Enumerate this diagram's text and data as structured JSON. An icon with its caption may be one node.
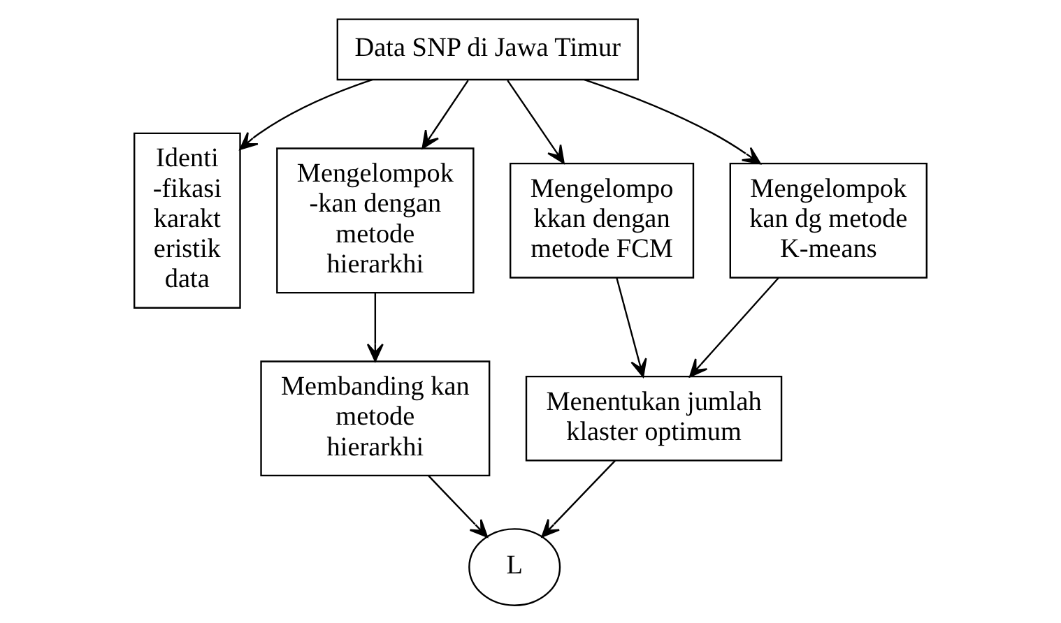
{
  "diagram": {
    "nodes": [
      {
        "text": [
          "Data SNP di Jawa Timur"
        ]
      },
      {
        "text": [
          "Identi -fikasi karakt eristik data"
        ]
      },
      {
        "text": [
          "Mengelompok -kan dengan metode hierarkhi"
        ]
      },
      {
        "text": [
          "Mengelompo kkan dengan metode FCM"
        ]
      },
      {
        "text": [
          "Mengelompok kan dg metode K-means"
        ]
      },
      {
        "text": [
          "Membanding kan metode hierarkhi"
        ]
      },
      {
        "text": [
          "Menentukan jumlah klaster optimum"
        ]
      },
      {
        "text": [
          "L"
        ]
      }
    ],
    "edges": [
      {
        "from": 0,
        "to": 1,
        "arrow": "to"
      },
      {
        "from": 0,
        "to": 2,
        "arrow": "to"
      },
      {
        "from": 0,
        "to": 3,
        "arrow": "to"
      },
      {
        "from": 0,
        "to": 4,
        "arrow": "to"
      },
      {
        "from": 2,
        "to": 5,
        "arrow": "to"
      },
      {
        "from": 3,
        "to": 6,
        "arrow": "to"
      },
      {
        "from": 4,
        "to": 6,
        "arrow": "to"
      },
      {
        "from": 6,
        "to": 7,
        "arrow": "to"
      },
      {
        "from": 5,
        "to": 7,
        "arrow": "to"
      }
    ]
  }
}
